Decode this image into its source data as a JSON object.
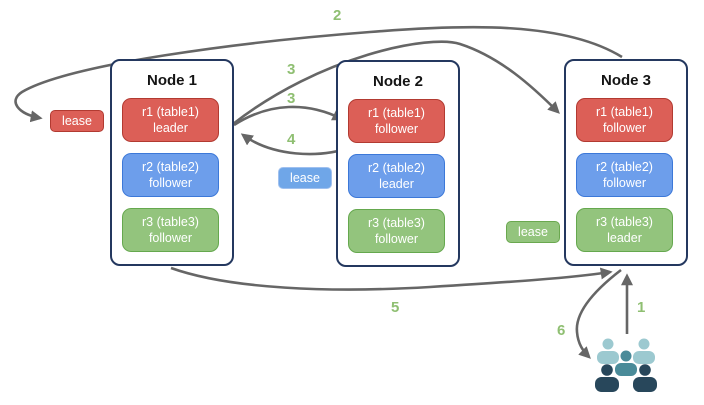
{
  "nodes": [
    {
      "title": "Node 1",
      "replicas": [
        {
          "line1": "r1 (table1)",
          "line2": "leader"
        },
        {
          "line1": "r2 (table2)",
          "line2": "follower"
        },
        {
          "line1": "r3 (table3)",
          "line2": "follower"
        }
      ]
    },
    {
      "title": "Node 2",
      "replicas": [
        {
          "line1": "r1 (table1)",
          "line2": "follower"
        },
        {
          "line1": "r2 (table2)",
          "line2": "leader"
        },
        {
          "line1": "r3 (table3)",
          "line2": "follower"
        }
      ]
    },
    {
      "title": "Node 3",
      "replicas": [
        {
          "line1": "r1 (table1)",
          "line2": "follower"
        },
        {
          "line1": "r2 (table2)",
          "line2": "follower"
        },
        {
          "line1": "r3 (table3)",
          "line2": "leader"
        }
      ]
    }
  ],
  "leases": {
    "red": {
      "label": "lease"
    },
    "blue": {
      "label": "lease"
    },
    "green": {
      "label": "lease"
    }
  },
  "steps": {
    "s1": "1",
    "s2": "2",
    "s3a": "3",
    "s3b": "3",
    "s4": "4",
    "s5": "5",
    "s6": "6"
  },
  "icons": {
    "users": "users-group-icon"
  },
  "colors": {
    "replica_red": "#dc5f57",
    "replica_red_border": "#b23a31",
    "replica_blue": "#6d9eeb",
    "replica_blue_border": "#3c78d8",
    "replica_green": "#93c47d",
    "replica_green_border": "#65a84e",
    "node_border": "#24385f",
    "arrow": "#666666",
    "step_label": "#8fbf72",
    "users_light": "#9cc9d0",
    "users_medium": "#4a8b99",
    "users_dark": "#28475b"
  }
}
